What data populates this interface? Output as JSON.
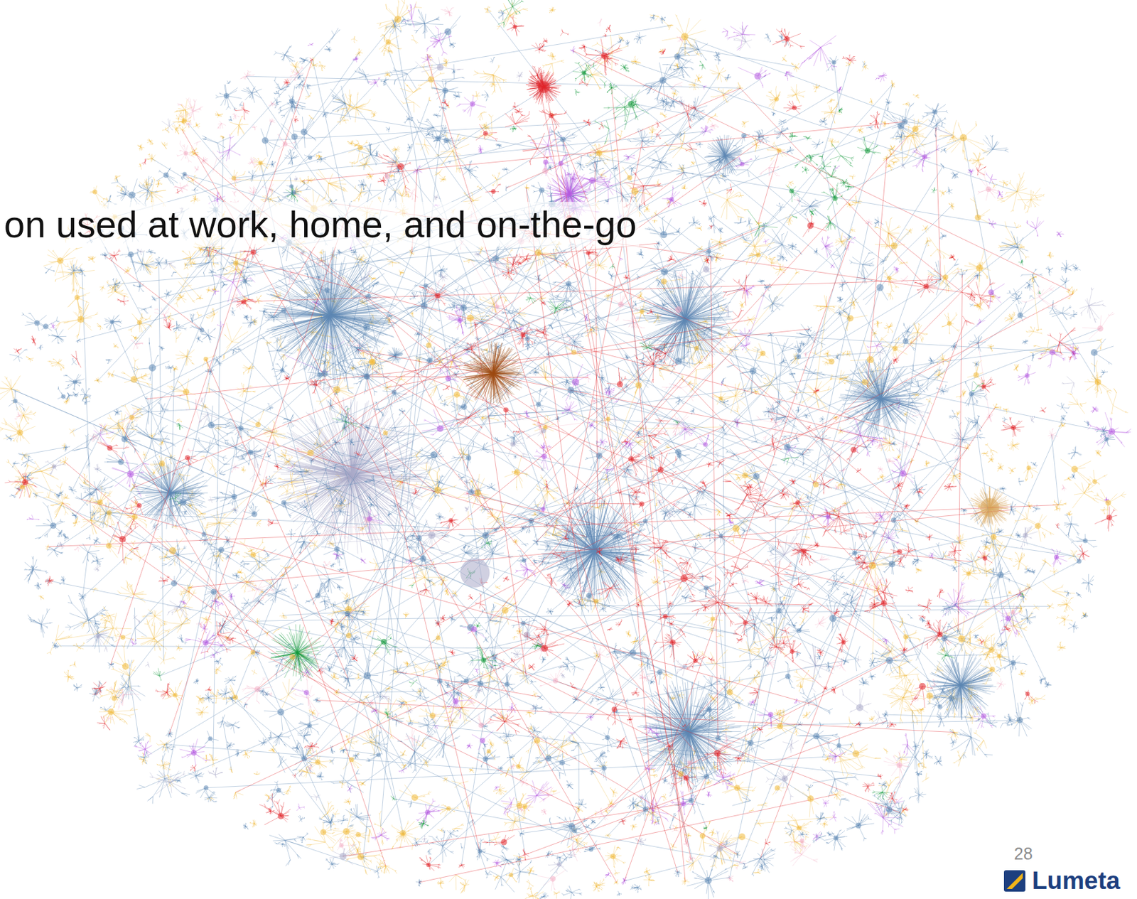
{
  "diagram": {
    "labels": [
      "on used at work, home, and on-the-go",
      "28",
      "Lumeta"
    ]
  }
}
